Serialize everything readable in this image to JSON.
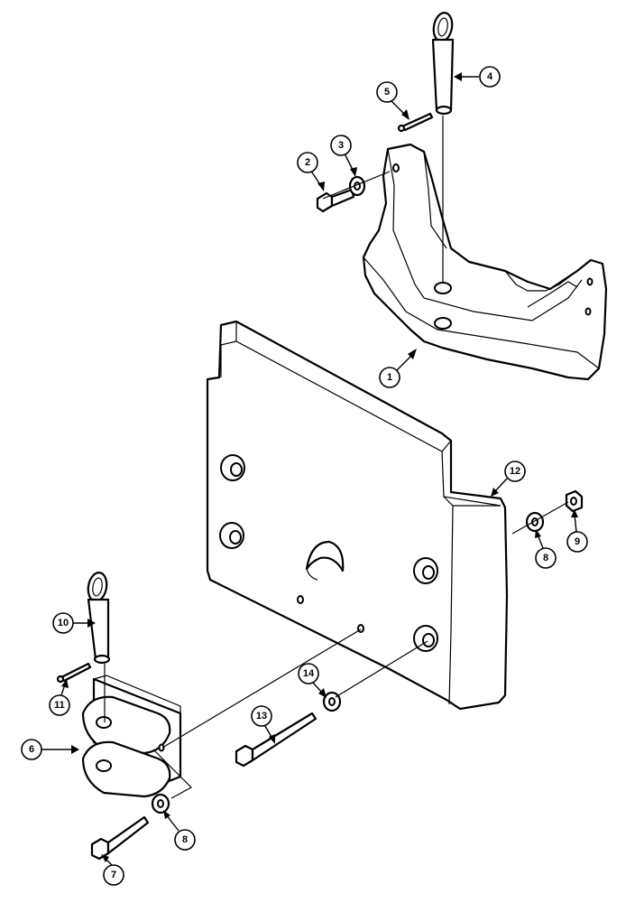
{
  "callouts": {
    "c1": "1",
    "c2": "2",
    "c3": "3",
    "c4": "4",
    "c5": "5",
    "c6": "6",
    "c7": "7",
    "c8a": "8",
    "c8b": "8",
    "c9": "9",
    "c10": "10",
    "c11": "11",
    "c12": "12",
    "c13": "13",
    "c14": "14"
  },
  "colors": {
    "ink": "#000000",
    "paper": "#ffffff"
  }
}
